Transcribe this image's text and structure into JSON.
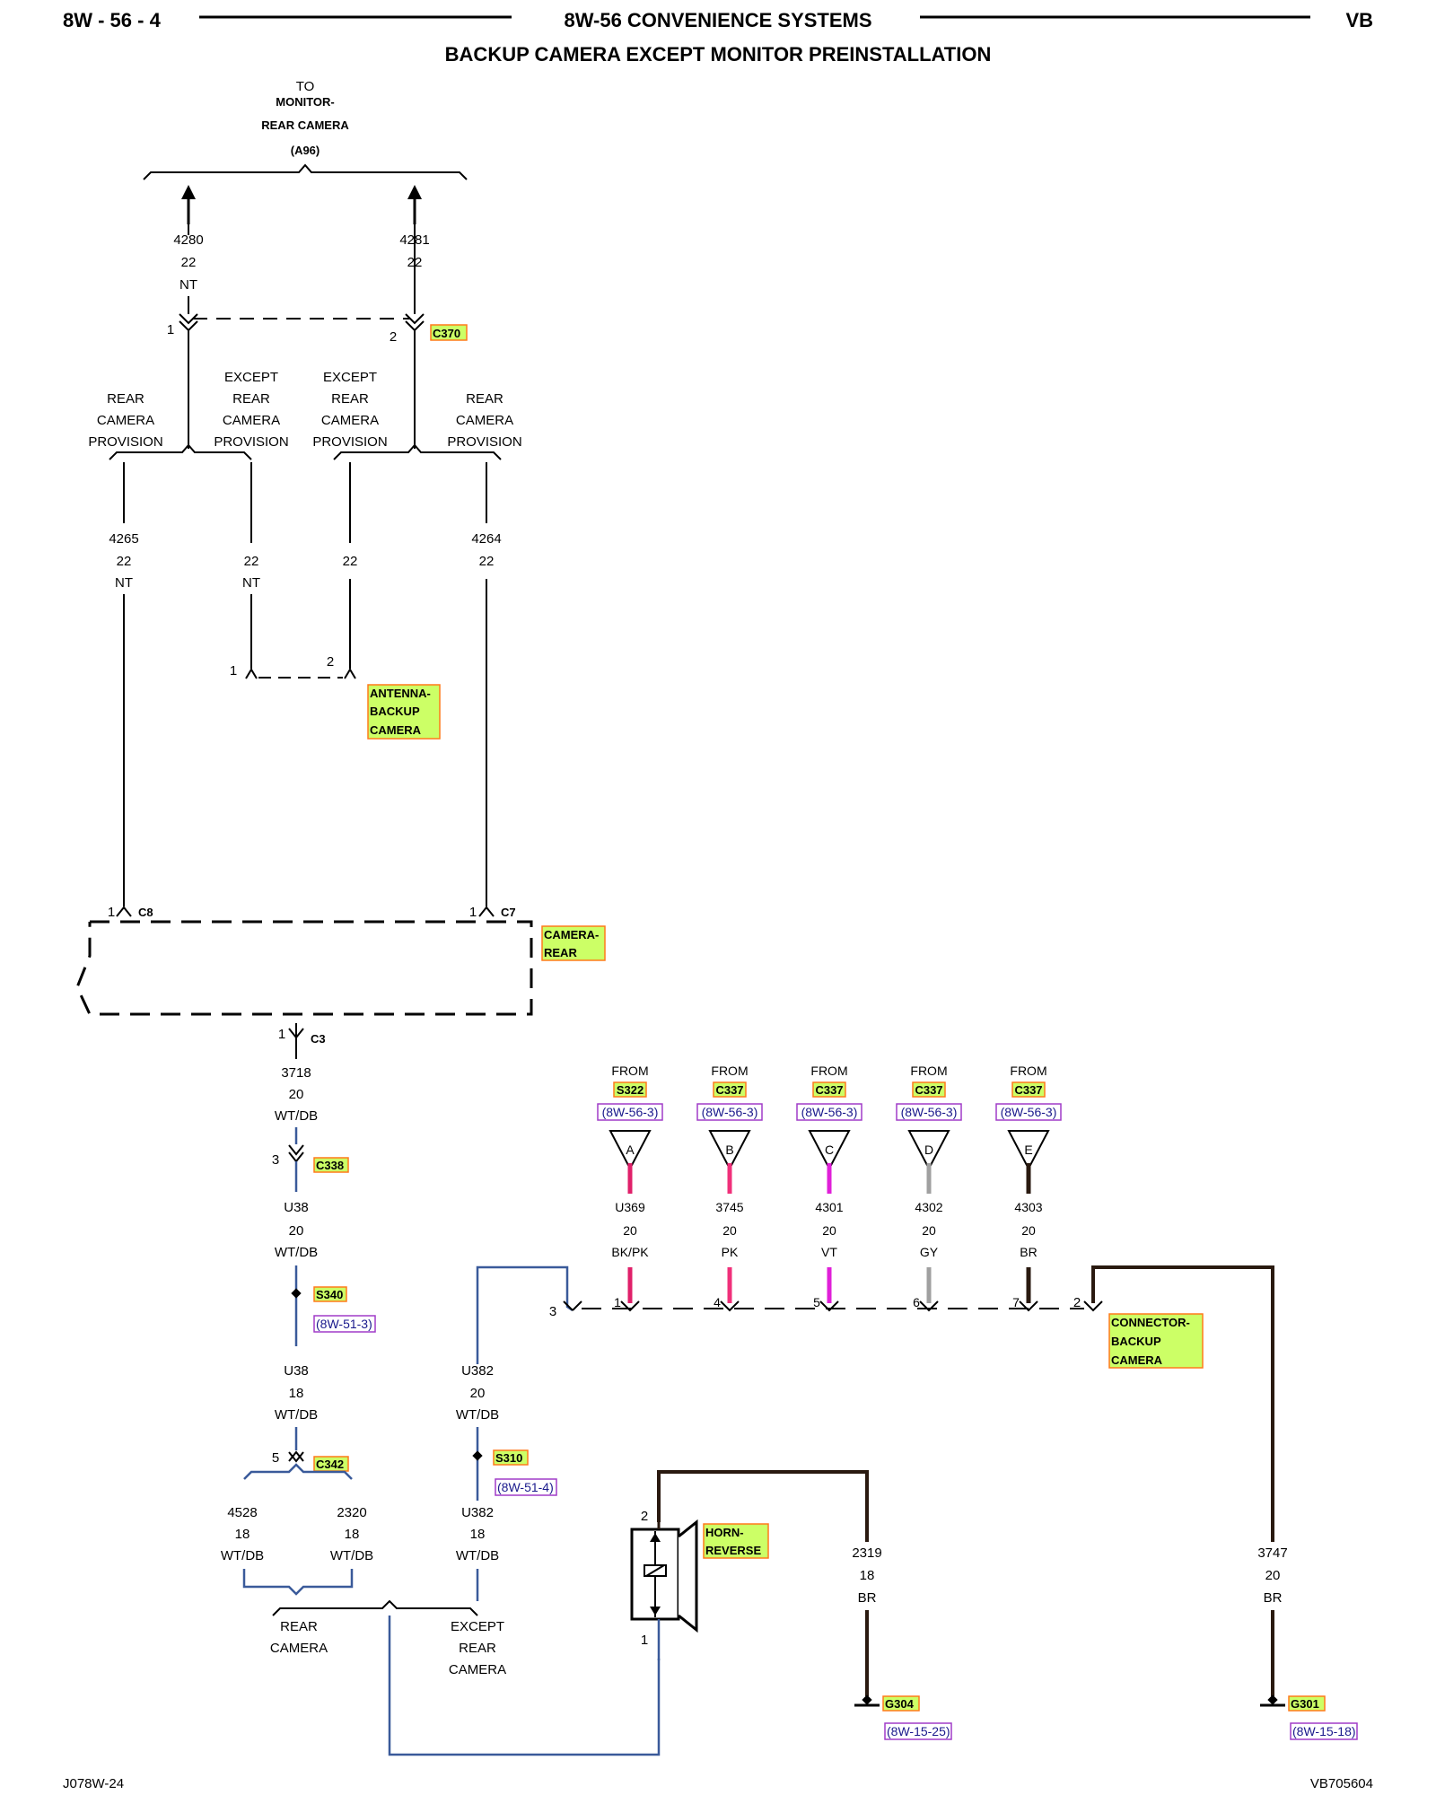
{
  "header": {
    "page_ref": "8W - 56 - 4",
    "section_title": "8W-56 CONVENIENCE SYSTEMS",
    "vehicle_code": "VB",
    "subtitle": "BACKUP CAMERA EXCEPT MONITOR PREINSTALLATION"
  },
  "top_dest": {
    "to": "TO",
    "line1": "MONITOR-",
    "line2": "REAR CAMERA",
    "option": "(A96)"
  },
  "wires": {
    "w4280": {
      "circuit": "4280",
      "gauge": "22",
      "color": "NT"
    },
    "w4281": {
      "circuit": "4281",
      "gauge": "22"
    },
    "w4265": {
      "circuit": "4265",
      "gauge": "22",
      "color": "NT"
    },
    "w_nt22": {
      "gauge": "22",
      "color": "NT"
    },
    "w_22": {
      "gauge": "22"
    },
    "w4264": {
      "circuit": "4264",
      "gauge": "22"
    },
    "w3718": {
      "circuit": "3718",
      "gauge": "20",
      "color": "WT/DB"
    },
    "wU38a": {
      "circuit": "U38",
      "gauge": "20",
      "color": "WT/DB"
    },
    "wU38b": {
      "circuit": "U38",
      "gauge": "18",
      "color": "WT/DB"
    },
    "wU382a": {
      "circuit": "U382",
      "gauge": "20",
      "color": "WT/DB"
    },
    "wU382b": {
      "circuit": "U382",
      "gauge": "18",
      "color": "WT/DB"
    },
    "w4528": {
      "circuit": "4528",
      "gauge": "18",
      "color": "WT/DB"
    },
    "w2320": {
      "circuit": "2320",
      "gauge": "18",
      "color": "WT/DB"
    },
    "w2319": {
      "circuit": "2319",
      "gauge": "18",
      "color": "BR"
    },
    "w3747": {
      "circuit": "3747",
      "gauge": "20",
      "color": "BR"
    }
  },
  "connectors": {
    "c370": {
      "name": "C370",
      "pin1": "1",
      "pin2": "2"
    },
    "c8": {
      "name": "C8",
      "pin": "1"
    },
    "c7": {
      "name": "C7",
      "pin": "1"
    },
    "c3": {
      "name": "C3",
      "pin": "1"
    },
    "c338": {
      "name": "C338",
      "pin": "3"
    },
    "c342": {
      "name": "C342",
      "pin": "5"
    },
    "antenna": {
      "pin1": "1",
      "pin2": "2"
    }
  },
  "splices": {
    "s340": {
      "name": "S340",
      "ref": "(8W-51-3)"
    },
    "s310": {
      "name": "S310",
      "ref": "(8W-51-4)"
    }
  },
  "options": {
    "rear_cam_prov": [
      "REAR",
      "CAMERA",
      "PROVISION"
    ],
    "except_rear_cam_prov": [
      "EXCEPT",
      "REAR",
      "CAMERA",
      "PROVISION"
    ],
    "rear_camera": [
      "REAR",
      "CAMERA"
    ],
    "except_rear_camera": [
      "EXCEPT",
      "REAR",
      "CAMERA"
    ]
  },
  "components": {
    "antenna": [
      "ANTENNA-",
      "BACKUP",
      "CAMERA"
    ],
    "camera_rear": [
      "CAMERA-",
      "REAR"
    ],
    "connector_backup": [
      "CONNECTOR-",
      "BACKUP",
      "CAMERA"
    ],
    "horn": [
      "HORN-",
      "REVERSE"
    ]
  },
  "horn": {
    "pin2": "2",
    "pin1": "1"
  },
  "sources": [
    {
      "from": "FROM",
      "src": "S322",
      "ref": "(8W-56-3)",
      "letter": "A",
      "circuit": "U369",
      "gauge": "20",
      "color": "BK/PK",
      "pin": "1",
      "wire_color": "#e0206a"
    },
    {
      "from": "FROM",
      "src": "C337",
      "ref": "(8W-56-3)",
      "letter": "B",
      "circuit": "3745",
      "gauge": "20",
      "color": "PK",
      "pin": "4",
      "wire_color": "#f0307a"
    },
    {
      "from": "FROM",
      "src": "C337",
      "ref": "(8W-56-3)",
      "letter": "C",
      "circuit": "4301",
      "gauge": "20",
      "color": "VT",
      "pin": "5",
      "wire_color": "#e020d8"
    },
    {
      "from": "FROM",
      "src": "C337",
      "ref": "(8W-56-3)",
      "letter": "D",
      "circuit": "4302",
      "gauge": "20",
      "color": "GY",
      "pin": "6",
      "wire_color": "#a0a0a0"
    },
    {
      "from": "FROM",
      "src": "C337",
      "ref": "(8W-56-3)",
      "letter": "E",
      "circuit": "4303",
      "gauge": "20",
      "color": "BR",
      "pin": "7",
      "wire_color": "#2a1a10"
    }
  ],
  "backup_conn_pins": {
    "p3": "3",
    "p2": "2"
  },
  "grounds": {
    "g304": {
      "name": "G304",
      "ref": "(8W-15-25)"
    },
    "g301": {
      "name": "G301",
      "ref": "(8W-15-18)"
    }
  },
  "footer": {
    "left": "J078W-24",
    "right": "VB705604"
  },
  "colors": {
    "label_highlight": "#ccff66",
    "label_border": "#ff7a1a",
    "ref_border": "#a03cc8",
    "harness_blue": "#3a5a9a",
    "brown": "#2a1a10"
  }
}
